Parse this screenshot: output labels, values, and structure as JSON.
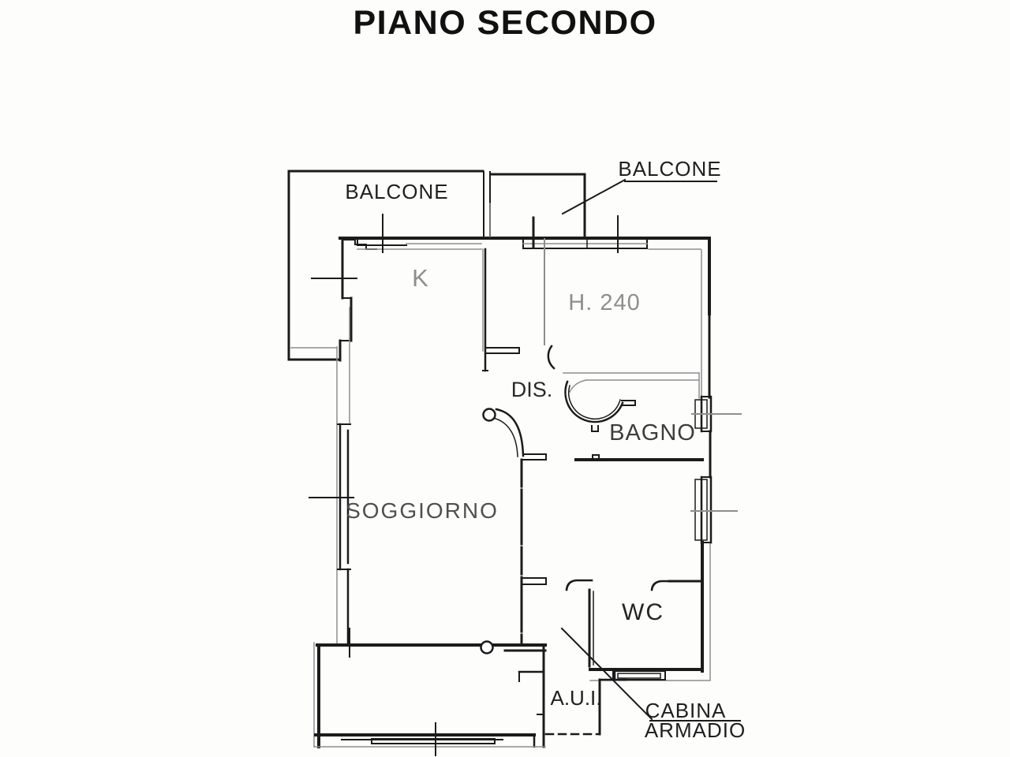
{
  "title": "PIANO SECONDO",
  "colors": {
    "ink": "#1b1b1b",
    "faded_ink": "#8e8e8e",
    "paper": "#fdfdfc"
  },
  "labels": {
    "balcone_left": "BALCONE",
    "balcone_right": "BALCONE",
    "kitchen": "K",
    "ceiling_height": "H. 240",
    "disimpegno": "DIS.",
    "bagno": "BAGNO",
    "soggiorno": "SOGGIORNO",
    "wc": "WC",
    "aui": "A.U.I.",
    "cabina_armadio_line1": "CABINA",
    "cabina_armadio_line2": "ARMADIO"
  }
}
